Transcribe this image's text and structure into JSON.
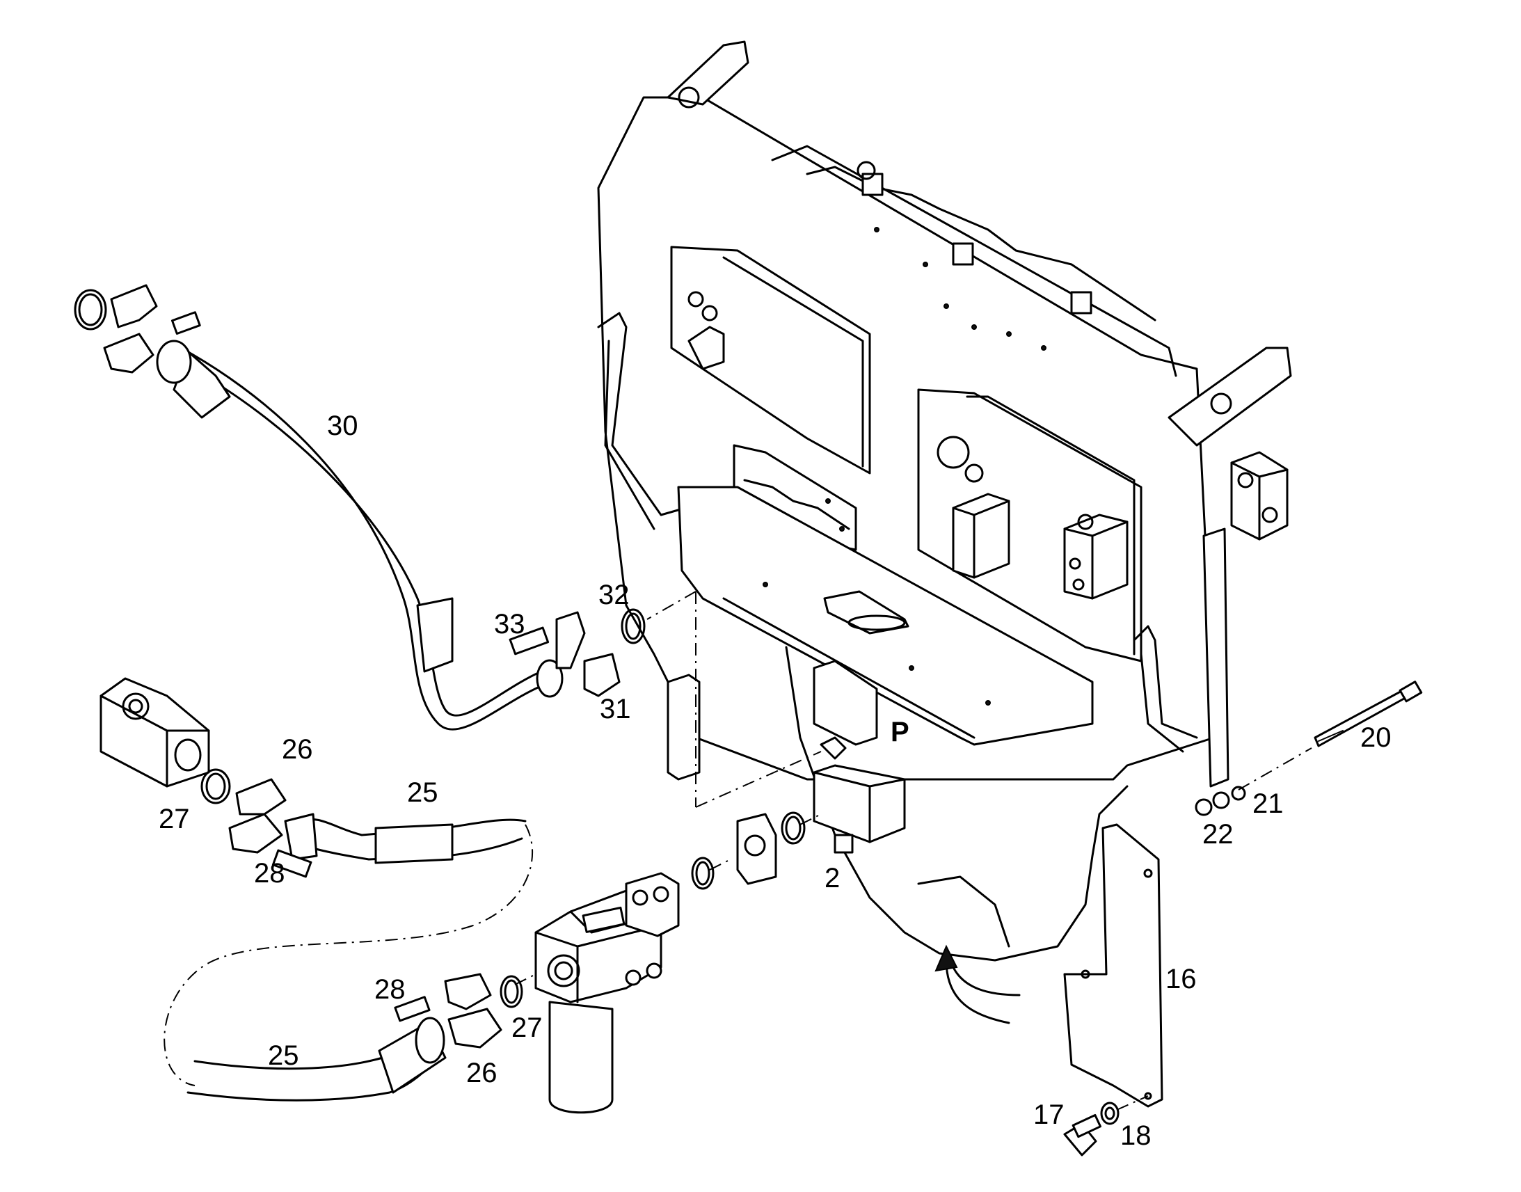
{
  "callouts": [
    {
      "id": "c30",
      "text": "30"
    },
    {
      "id": "c33",
      "text": "33"
    },
    {
      "id": "c32",
      "text": "32"
    },
    {
      "id": "c31",
      "text": "31"
    },
    {
      "id": "c26a",
      "text": "26"
    },
    {
      "id": "c25a",
      "text": "25"
    },
    {
      "id": "c27a",
      "text": "27"
    },
    {
      "id": "c28a",
      "text": "28"
    },
    {
      "id": "c2",
      "text": "2"
    },
    {
      "id": "c20",
      "text": "20"
    },
    {
      "id": "c21",
      "text": "21"
    },
    {
      "id": "c22",
      "text": "22"
    },
    {
      "id": "c16",
      "text": "16"
    },
    {
      "id": "c28b",
      "text": "28"
    },
    {
      "id": "c27b",
      "text": "27"
    },
    {
      "id": "c25b",
      "text": "25"
    },
    {
      "id": "c26b",
      "text": "26"
    },
    {
      "id": "c17",
      "text": "17"
    },
    {
      "id": "c18",
      "text": "18"
    }
  ],
  "stamp_letter": "P"
}
